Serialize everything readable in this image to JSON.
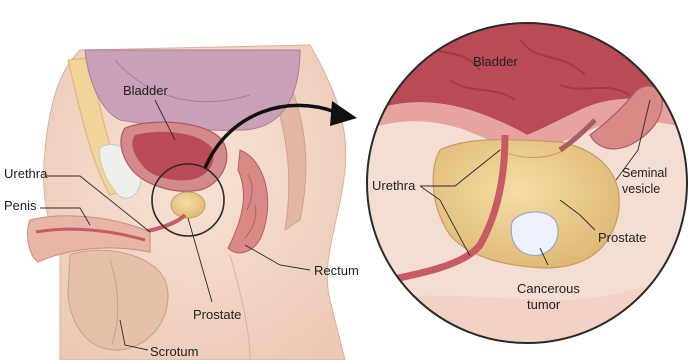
{
  "left_labels": {
    "bladder": "Bladder",
    "urethra": "Urethra",
    "penis": "Penis",
    "rectum": "Rectum",
    "prostate": "Prostate",
    "scrotum": "Scrotum"
  },
  "right_labels": {
    "bladder": "Bladder",
    "urethra": "Urethra",
    "seminal_vesicle_line1": "Seminal",
    "seminal_vesicle_line2": "vesicle",
    "prostate": "Prostate",
    "cancerous_tumor_line1": "Cancerous",
    "cancerous_tumor_line2": "tumor"
  },
  "colors": {
    "skin": "#f2d8c9",
    "bladder": "#c9a0b6",
    "bladder_inner": "#b94a56",
    "prostate": "#eccf8f",
    "urethra": "#c75a63",
    "tumor": "#eef2ff",
    "muscle": "#d98a87",
    "background": "#ffffff"
  }
}
